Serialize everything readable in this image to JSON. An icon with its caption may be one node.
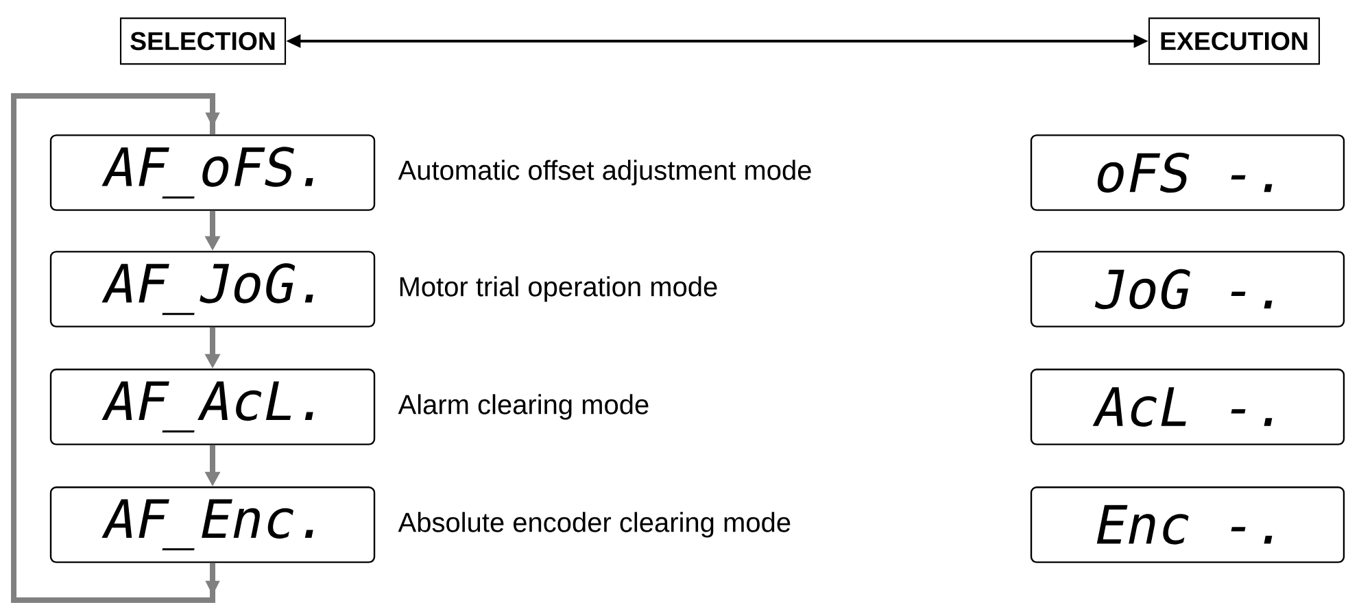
{
  "diagram": {
    "nodes": [
      {
        "text": [
          "SELECTION"
        ]
      },
      {
        "text": [
          "EXECUTION"
        ]
      },
      {
        "text": [
          "AF_oFS."
        ],
        "beside": [
          "Automatic offset adjustment mode"
        ]
      },
      {
        "text": [
          "AF_JoG."
        ],
        "beside": [
          "Motor trial operation mode"
        ]
      },
      {
        "text": [
          "AF_AcL."
        ],
        "beside": [
          "Alarm clearing mode"
        ]
      },
      {
        "text": [
          "AF_Enc."
        ],
        "beside": [
          "Absolute encoder clearing mode"
        ]
      },
      {
        "text": [
          "oFS -."
        ]
      },
      {
        "text": [
          "JoG -."
        ]
      },
      {
        "text": [
          "AcL -."
        ]
      },
      {
        "text": [
          "Enc -."
        ]
      }
    ],
    "edges": [
      {
        "from": 0,
        "to": 1,
        "arrow": "both",
        "color": "#000000"
      },
      {
        "from": 2,
        "to": 3,
        "arrow": "to"
      },
      {
        "from": 3,
        "to": 4,
        "arrow": "to"
      },
      {
        "from": 4,
        "to": 5,
        "arrow": "to"
      },
      {
        "from": 5,
        "to": 2,
        "arrow": "to"
      }
    ]
  }
}
